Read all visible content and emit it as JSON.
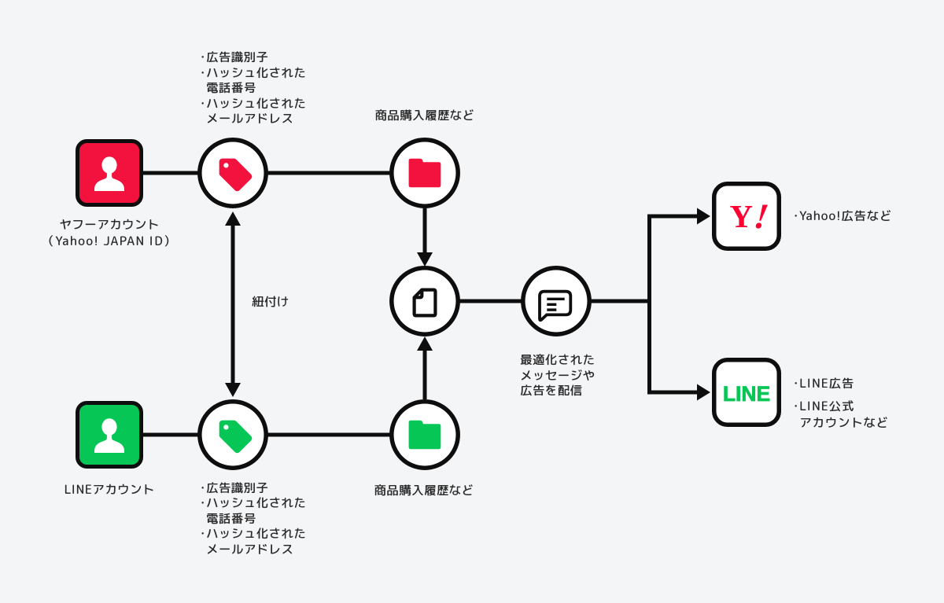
{
  "colors": {
    "background": "#F4F5F7",
    "stroke": "#0E0E0E",
    "text": "#2B2B2B",
    "yahoo_red": "#F3113D",
    "yahoo_logo_red": "#FF0033",
    "line_green": "#06C755",
    "node_fill": "#FFFFFF"
  },
  "icons": {
    "yahoo_account": "person-icon",
    "line_account": "person-icon",
    "yahoo_tag": "tag-icon",
    "line_tag": "tag-icon",
    "yahoo_purchase": "folder-icon",
    "line_purchase": "folder-icon",
    "merged_document": "document-icon",
    "message_delivery": "chat-bubble-icon"
  },
  "nodes": {
    "yahoo_account": {
      "label_lines": [
        "ヤフーアカウント",
        "（Yahoo! JAPAN ID）"
      ]
    },
    "line_account": {
      "label": "LINEアカウント"
    },
    "yahoo_purchase": {
      "label": "商品購入履歴など"
    },
    "line_purchase": {
      "label": "商品購入履歴など"
    },
    "message_delivery": {
      "caption_lines": [
        "最適化された",
        "メッセージや",
        "広告を配信"
      ]
    },
    "yahoo_output": {
      "logo_y": "Y",
      "logo_exclamation": "!"
    },
    "line_output": {
      "logo": "LINE"
    }
  },
  "annotations": {
    "link_label": "紐付け",
    "yahoo_identifiers": {
      "bullet": "・",
      "items": [
        {
          "lines": [
            "広告識別子"
          ]
        },
        {
          "lines": [
            "ハッシュ化された",
            "電話番号"
          ]
        },
        {
          "lines": [
            "ハッシュ化された",
            "メールアドレス"
          ]
        }
      ]
    },
    "line_identifiers": {
      "bullet": "・",
      "items": [
        {
          "lines": [
            "広告識別子"
          ]
        },
        {
          "lines": [
            "ハッシュ化された",
            "電話番号"
          ]
        },
        {
          "lines": [
            "ハッシュ化された",
            "メールアドレス"
          ]
        }
      ]
    },
    "yahoo_output_items": {
      "bullet": "・",
      "items": [
        {
          "lines": [
            "Yahoo!広告など"
          ]
        }
      ]
    },
    "line_output_items": {
      "bullet": "・",
      "items": [
        {
          "lines": [
            "LINE広告"
          ]
        },
        {
          "lines": [
            "LINE公式",
            "アカウントなど"
          ]
        }
      ]
    }
  }
}
